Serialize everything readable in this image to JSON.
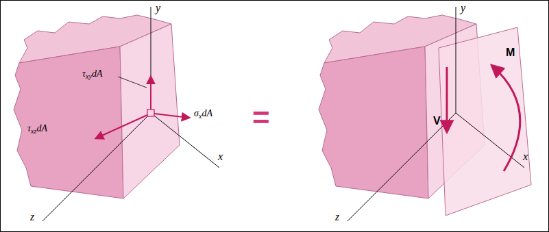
{
  "diagram": {
    "labels": [
      "y",
      "τxydA",
      "τxzdA",
      "σxdA",
      "x",
      "z",
      "=",
      "y",
      "V",
      "M",
      "x",
      "z"
    ]
  }
}
